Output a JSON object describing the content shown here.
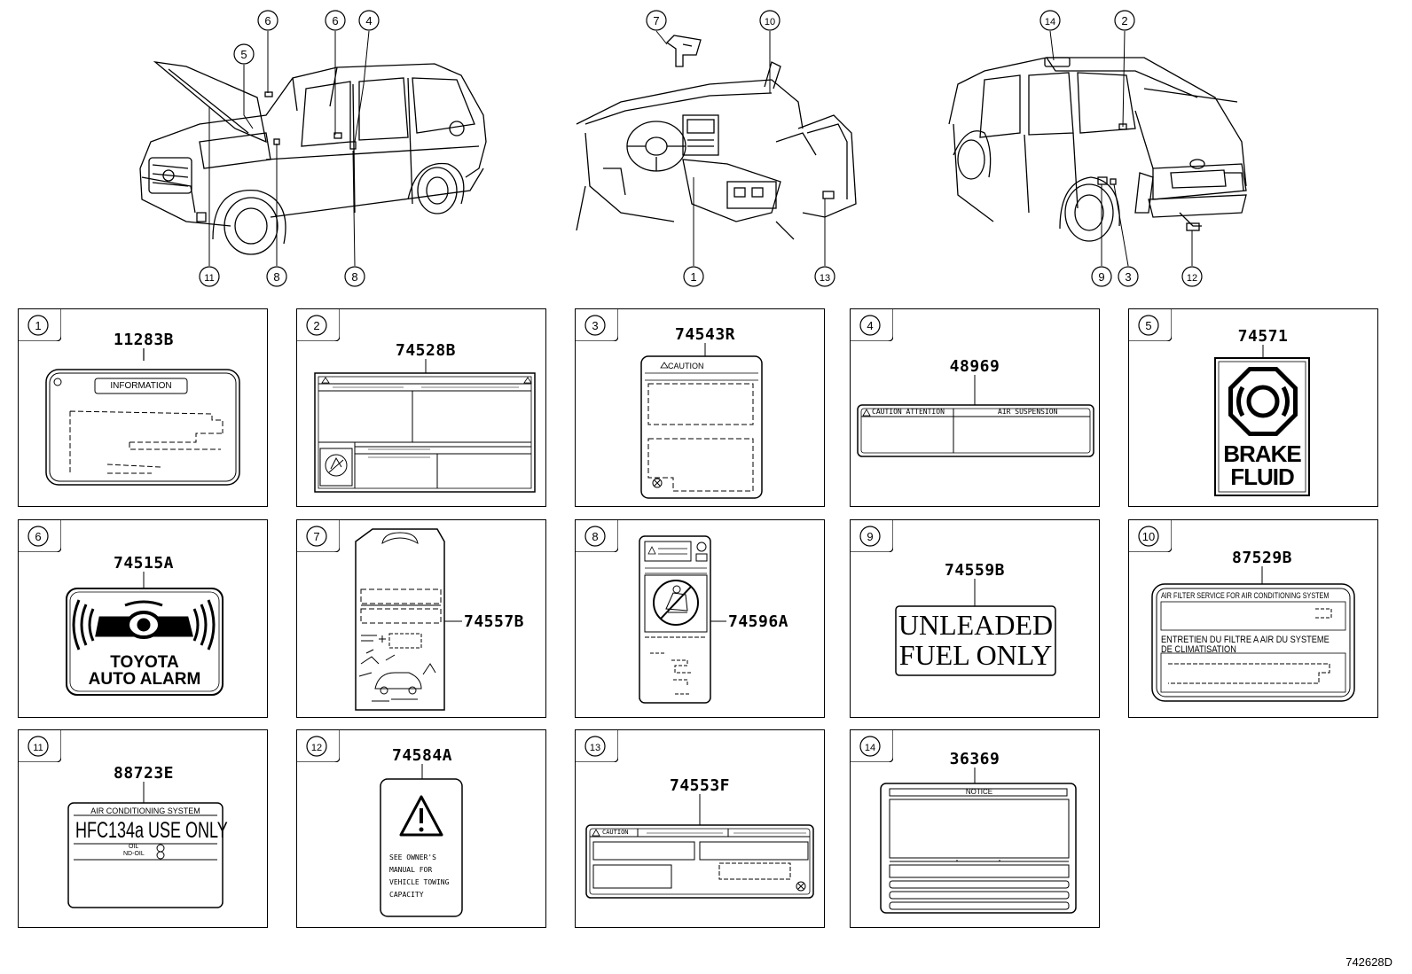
{
  "callouts": {
    "c1": "1",
    "c2": "2",
    "c3": "3",
    "c4": "4",
    "c5": "5",
    "c6": "6",
    "c7": "7",
    "c8": "8",
    "c9": "9",
    "c10": "10",
    "c11": "11",
    "c12": "12",
    "c13": "13",
    "c14": "14"
  },
  "panels": [
    {
      "num": "1",
      "part": "11283B",
      "texts": {
        "header": "INFORMATION"
      }
    },
    {
      "num": "2",
      "part": "74528B",
      "texts": {}
    },
    {
      "num": "3",
      "part": "74543R",
      "texts": {
        "header": "CAUTION"
      }
    },
    {
      "num": "4",
      "part": "48969",
      "texts": {
        "left": "CAUTION  ATTENTION",
        "right": "AIR SUSPENSION"
      }
    },
    {
      "num": "5",
      "part": "74571",
      "texts": {
        "line1": "BRAKE",
        "line2": "FLUID"
      }
    },
    {
      "num": "6",
      "part": "74515A",
      "texts": {
        "line1": "TOYOTA",
        "line2": "AUTO ALARM"
      }
    },
    {
      "num": "7",
      "part": "74557B",
      "texts": {}
    },
    {
      "num": "8",
      "part": "74596A",
      "texts": {}
    },
    {
      "num": "9",
      "part": "74559B",
      "texts": {
        "line1": "UNLEADED",
        "line2": "FUEL ONLY"
      }
    },
    {
      "num": "10",
      "part": "87529B",
      "texts": {
        "top": "AIR FILTER SERVICE FOR AIR CONDITIONING SYSTEM",
        "mid1": "ENTRETIEN DU FILTRE A AIR DU SYSTEME",
        "mid2": "DE CLIMATISATION"
      }
    },
    {
      "num": "11",
      "part": "88723E",
      "texts": {
        "top": "AIR CONDITIONING SYSTEM",
        "main": "HFC134a USE ONLY",
        "oil1": "OIL",
        "oil2": "ND-OIL"
      }
    },
    {
      "num": "12",
      "part": "74584A",
      "texts": {
        "l1": "SEE OWNER'S",
        "l2": "MANUAL FOR",
        "l3": "VEHICLE TOWING",
        "l4": "CAPACITY"
      }
    },
    {
      "num": "13",
      "part": "74553F",
      "texts": {
        "left": "CAUTION"
      }
    },
    {
      "num": "14",
      "part": "36369",
      "texts": {
        "header": "NOTICE"
      }
    }
  ],
  "diagram_ref": "742628D"
}
